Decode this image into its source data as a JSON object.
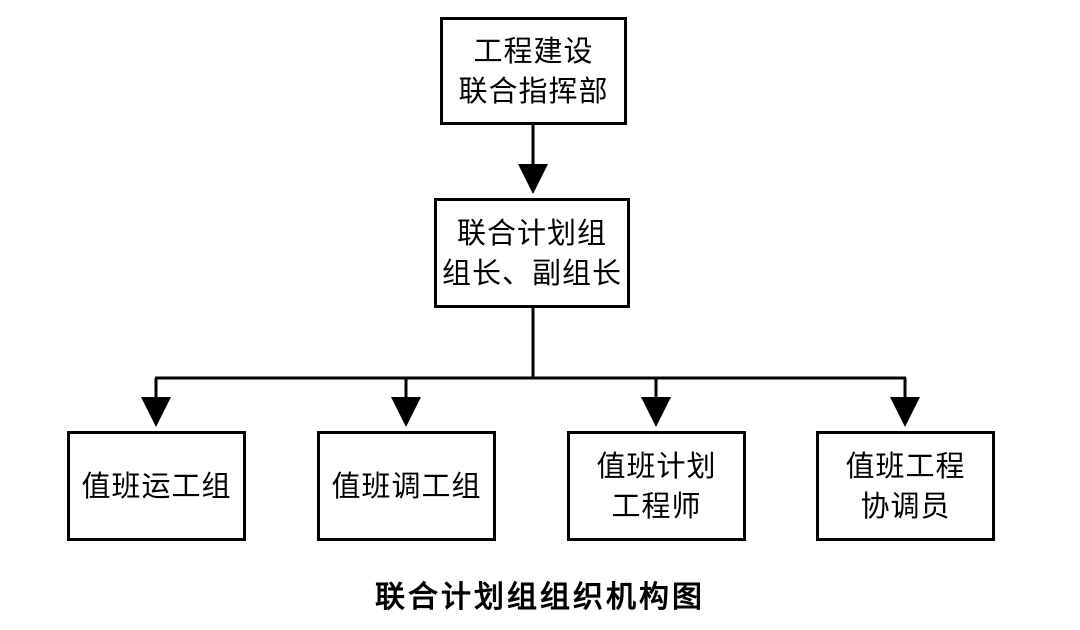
{
  "diagram": {
    "top_node": {
      "line1": "工程建设",
      "line2": "联合指挥部"
    },
    "mid_node": {
      "line1": "联合计划组",
      "line2": "组长、副组长"
    },
    "children": [
      {
        "line1": "值班运工组"
      },
      {
        "line1": "值班调工组"
      },
      {
        "line1": "值班计划",
        "line2": "工程师"
      },
      {
        "line1": "值班工程",
        "line2": "协调员"
      }
    ],
    "caption": "联合计划组组织机构图",
    "colors": {
      "stroke": "#000000",
      "background": "#ffffff"
    }
  }
}
